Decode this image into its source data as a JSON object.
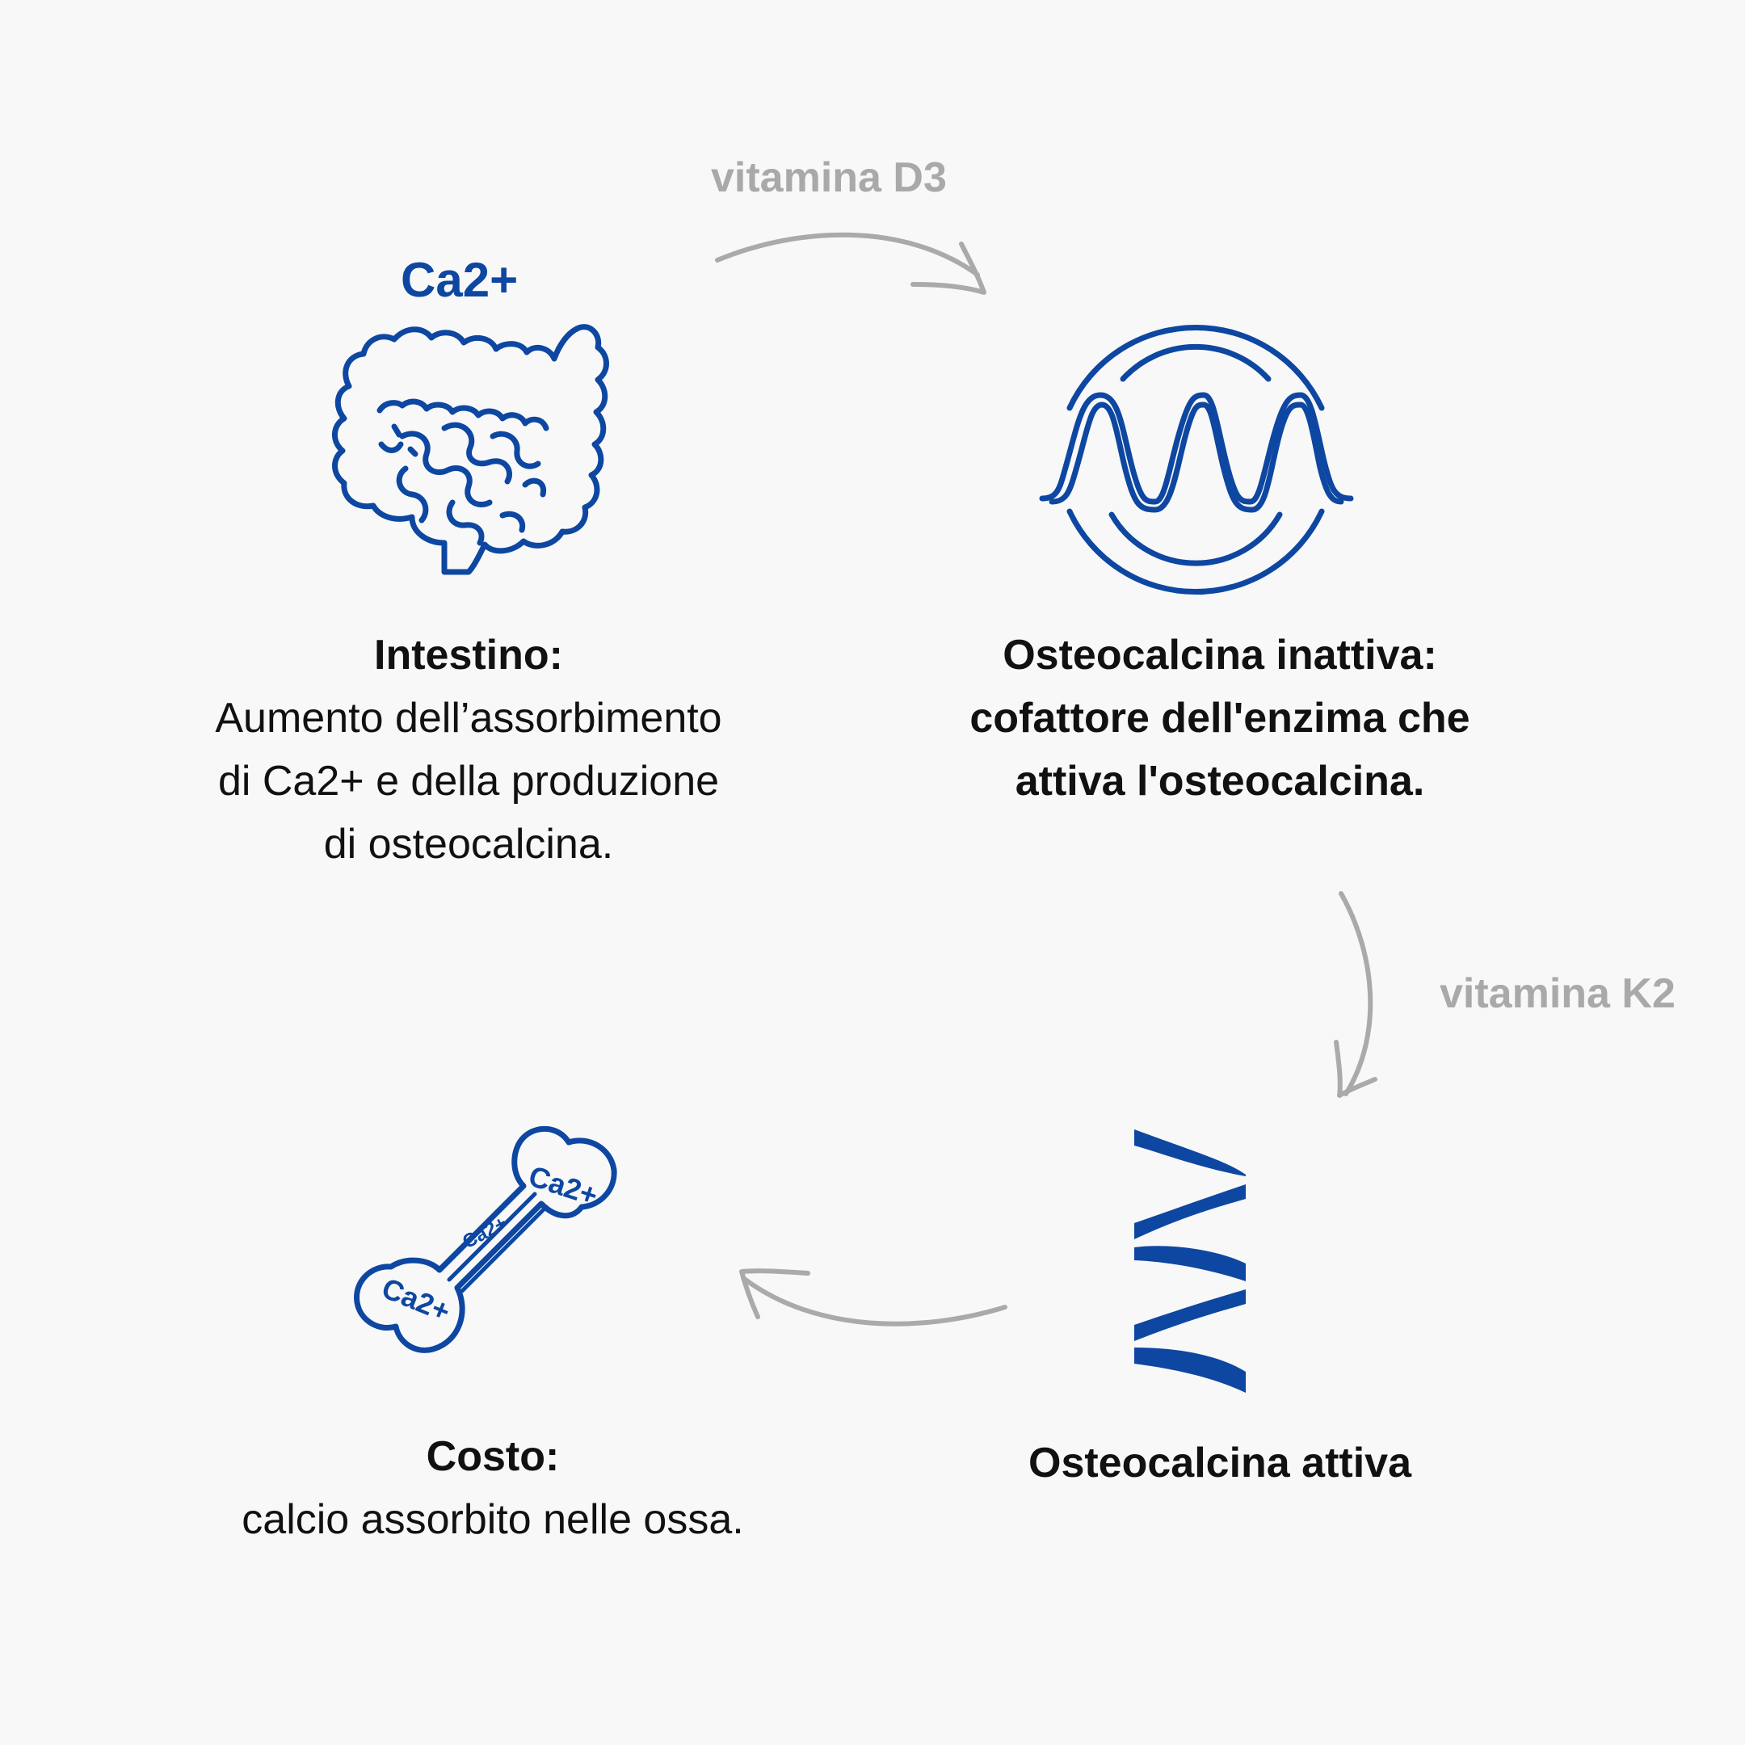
{
  "arrows": {
    "d3_label": "vitamina D3",
    "k2_label": "vitamina K2"
  },
  "intestine": {
    "icon_label": "Ca2+",
    "heading": "Intestino:",
    "lines": [
      "Aumento dell’assorbimento",
      "di Ca2+ e della produzione",
      "di osteocalcina."
    ]
  },
  "inactive": {
    "lines": [
      "Osteocalcina inattiva:",
      "cofattore dell'enzima che",
      "attiva l'osteocalcina."
    ]
  },
  "active": {
    "heading": "Osteocalcina attiva"
  },
  "bone": {
    "labels": [
      "Ca2+",
      "Ca2+",
      "Ca2+"
    ],
    "heading": "Costo:",
    "lines": [
      "calcio assorbito nelle ossa."
    ]
  },
  "colors": {
    "accent_blue": "#0d47a1",
    "arrow_gray": "#a9a9a9",
    "background": "#f8f8f8",
    "text": "#111111"
  },
  "icons": [
    "intestine-icon",
    "dna-circle-icon",
    "helix-icon",
    "bone-icon"
  ]
}
